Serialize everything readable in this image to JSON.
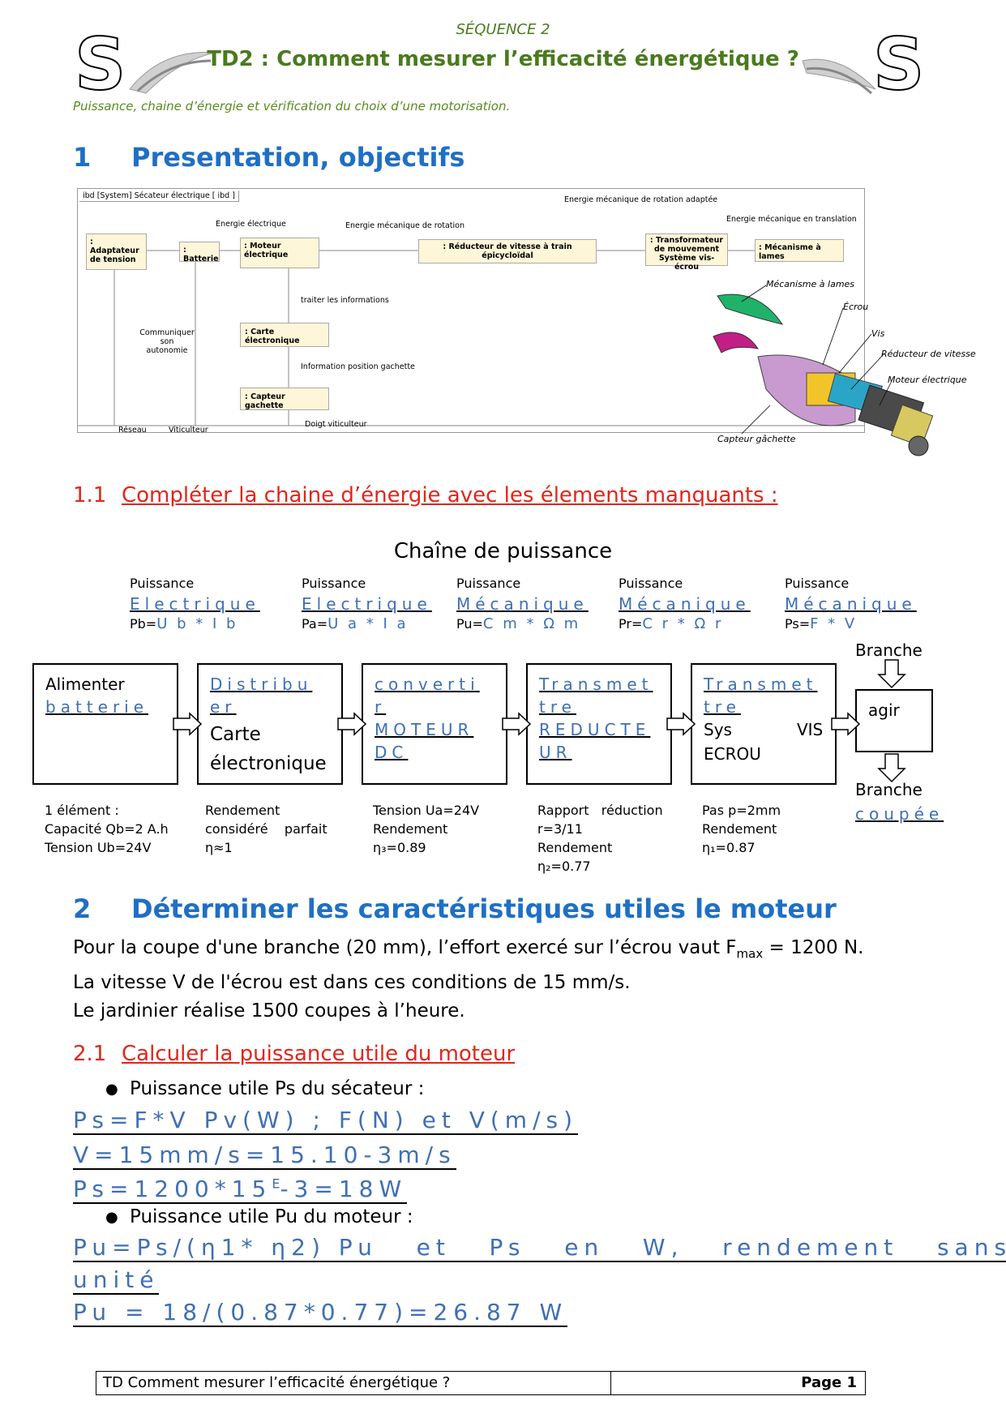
{
  "header": {
    "sequence": "SÉQUENCE 2",
    "title": "TD2 : Comment mesurer l’efficacité énergétique ?",
    "subtitle": "Puissance, chaine d’énergie et vérification du choix d’une motorisation.",
    "logo_text": "SI"
  },
  "section1": {
    "num": "1",
    "title": "Presentation, objectifs"
  },
  "ibd": {
    "frame_title": "ibd [System] Sécateur électrique [ ibd ]",
    "labels": {
      "energie_meca_rot_adaptee": "Energie mécanique de rotation adaptée",
      "energie_electrique": "Energie électrique",
      "energie_meca_rot": "Energie mécanique de rotation",
      "energie_meca_trans": "Energie mécanique en translation",
      "traiter": "traiter les informations",
      "communiquer": "Communiquer son autonomie",
      "info_position": "Information position gachette",
      "reseau": "Réseau",
      "viticulteur": "Viticulteur",
      "doigt": "Doigt viticulteur"
    },
    "blocks": {
      "adaptateur": ": Adaptateur de tension",
      "batterie": ": Batterie",
      "moteur": ": Moteur électrique",
      "reducteur": ": Réducteur de vitesse à train épicycloïdal",
      "transformateur": ": Transformateur de mouvement Système vis-écrou",
      "mecanisme": ": Mécanisme à lames",
      "carte": ": Carte électronique",
      "capteur": ": Capteur gachette"
    }
  },
  "illustration": {
    "labels": {
      "mecanisme": "Mécanisme à lames",
      "ecrou": "Écrou",
      "vis": "Vis",
      "reducteur": "Réducteur de vitesse",
      "moteur": "Moteur électrique",
      "capteur": "Capteur gâchette"
    }
  },
  "section11": {
    "num": "1.1",
    "title": "Compléter la chaine d’énergie avec les élements manquants :"
  },
  "chain": {
    "title": "Chaîne de puissance",
    "powers": [
      {
        "label": "Puissance",
        "type": "Electrique",
        "prefix": "Pb=",
        "formula": "U b * I b"
      },
      {
        "label": "Puissance",
        "type": "Electrique",
        "prefix": "Pa=",
        "formula": "U a * I a"
      },
      {
        "label": "Puissance",
        "type": "Mécanique",
        "prefix": "Pu=",
        "formula": "C m * Ω m"
      },
      {
        "label": "Puissance",
        "type": "Mécanique",
        "prefix": "Pr=",
        "formula": "C r * Ω r"
      },
      {
        "label": "Puissance",
        "type": "Mécanique",
        "prefix": "Ps=",
        "formula": "F * V"
      }
    ],
    "blocks": [
      {
        "line1": "Alimenter",
        "line2": "batterie"
      },
      {
        "hand1": "Distribu",
        "hand2": "er",
        "text": "Carte électronique"
      },
      {
        "hand1": "converti",
        "hand2": "r",
        "hand3": "MOTEUR",
        "hand4": "DC"
      },
      {
        "hand1": "Transmet",
        "hand2": "tre",
        "hand3": "REDUCTE",
        "hand4": "UR"
      },
      {
        "hand1": "Transmet",
        "hand2": "tre",
        "text1": "Sys",
        "text2": "VIS",
        "text3": "ECROU"
      }
    ],
    "agir": "agir",
    "branche_top": "Branche",
    "branche_bottom": "Branche",
    "coupee": "coupée",
    "notes": [
      [
        "1 élément :",
        "Capacité Qb=2 A.h",
        "Tension Ub=24V"
      ],
      [
        "Rendement",
        "considéré    parfait",
        "η≈1"
      ],
      [
        "Tension Ua=24V",
        "Rendement",
        "η₃=0.89"
      ],
      [
        "Rapport   réduction",
        "r=3/11",
        "Rendement",
        "η₂=0.77"
      ],
      [
        "Pas p=2mm",
        "Rendement",
        "η₁=0.87"
      ]
    ]
  },
  "section2": {
    "num": "2",
    "title": "Déterminer les caractéristiques utiles le moteur",
    "p1_before": "Pour la coupe d'une branche (20 mm), l’effort exercé sur l’écrou vaut F",
    "p1_sub": "max",
    "p1_after": " = 1200 N.",
    "p2": "La vitesse V de l'écrou est dans ces conditions de 15 mm/s.",
    "p3": "Le jardinier réalise 1500 coupes à l’heure."
  },
  "section21": {
    "num": "2.1",
    "title": "Calculer la puissance utile du moteur",
    "bullet1": "Puissance utile Ps du sécateur :",
    "calc1": "Ps=F*V Pv(W) ; F(N) et V(m/s)",
    "calc2": "V=15mm/s=15.10-3m/s",
    "calc3_a": "Ps=1200*15",
    "calc3_sup": "E",
    "calc3_b": "-3=18W",
    "bullet2": "Puissance utile Pu du moteur :",
    "calc4": "Pu=Ps/(η1* η2) Pu   et   Ps   en   W,   rendement   sans",
    "calc5": "unité",
    "calc6": "Pu = 18/(0.87*0.77)=26.87 W"
  },
  "footer": {
    "left": "TD Comment mesurer l’efficacité énergétique ?",
    "right": "Page 1"
  }
}
